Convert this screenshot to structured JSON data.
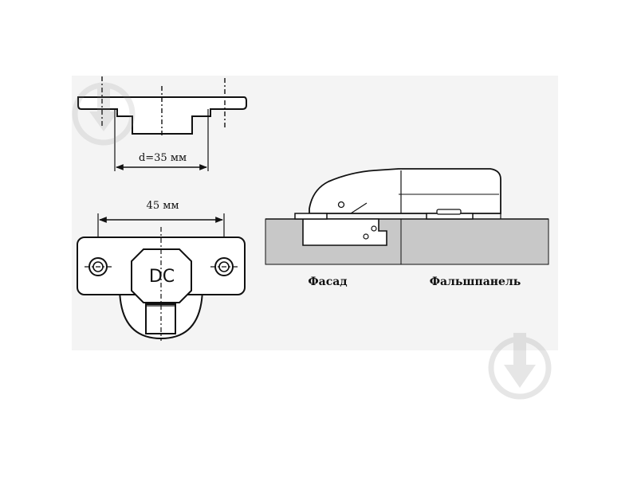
{
  "top_view": {
    "diameter_label": "d=35 мм"
  },
  "front_view": {
    "width_label": "45 мм",
    "cup_marking": "DC"
  },
  "side_view": {
    "facade_label": "Фасад",
    "false_panel_label": "Фальшпанель"
  },
  "watermarks": [
    {
      "icon": "download-arrow-icon"
    },
    {
      "icon": "download-arrow-icon"
    }
  ]
}
